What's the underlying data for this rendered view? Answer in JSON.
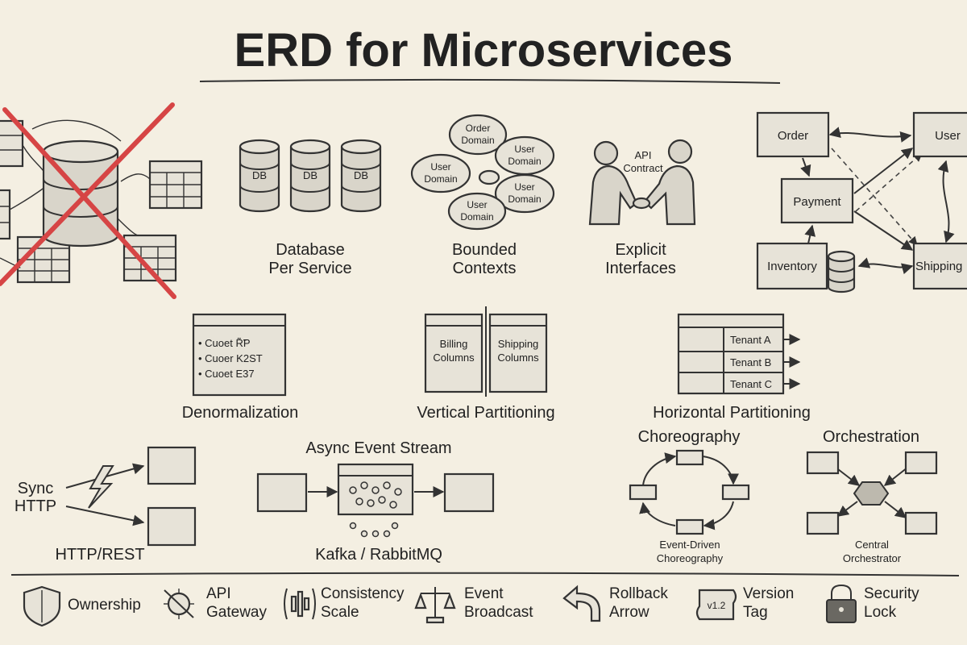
{
  "title": "ERD for Microservices",
  "concepts": {
    "db_per_service": {
      "label_line1": "Database",
      "label_line2": "Per Service",
      "db": "DB"
    },
    "bounded_contexts": {
      "label_line1": "Bounded",
      "label_line2": "Contexts",
      "domains": [
        {
          "line1": "Order",
          "line2": "Domain"
        },
        {
          "line1": "User",
          "line2": "Domain"
        },
        {
          "line1": "User",
          "line2": "Domain"
        },
        {
          "line1": "User",
          "line2": "Domain"
        },
        {
          "line1": "User",
          "line2": "Domain"
        }
      ]
    },
    "explicit_interfaces": {
      "label_line1": "Explicit",
      "label_line2": "Interfaces",
      "contract_line1": "API",
      "contract_line2": "Contract"
    },
    "services_map": {
      "order": "Order",
      "user": "User",
      "payment": "Payment",
      "inventory": "Inventory",
      "shipping": "Shipping"
    }
  },
  "partitioning": {
    "denormalization": {
      "label": "Denormalization",
      "rows": [
        "• Cuoet R̃̃P",
        "• Cuoer K2ST",
        "• Cuoet E37"
      ]
    },
    "vertical": {
      "label": "Vertical Partitioning",
      "left_line1": "Billing",
      "left_line2": "Columns",
      "right_line1": "Shipping",
      "right_line2": "Columns"
    },
    "horizontal": {
      "label": "Horizontal Partitioning",
      "tenants": [
        "Tenant A",
        "Tenant B",
        "Tenant C"
      ]
    }
  },
  "communication": {
    "sync": {
      "line1": "Sync",
      "line2": "HTTP",
      "label": "HTTP/REST"
    },
    "async": {
      "label": "Async Event Stream",
      "sublabel": "Kafka / RabbitMQ"
    },
    "choreography": {
      "label": "Choreography",
      "sub_line1": "Event-Driven",
      "sub_line2": "Choreography"
    },
    "orchestration": {
      "label": "Orchestration",
      "sub_line1": "Central",
      "sub_line2": "Orchestrator"
    }
  },
  "legend": [
    {
      "icon": "shield-icon",
      "line1": "Ownership",
      "line2": ""
    },
    {
      "icon": "gateway-icon",
      "line1": "API",
      "line2": "Gateway"
    },
    {
      "icon": "scale-bars-icon",
      "line1": "Consistency",
      "line2": "Scale"
    },
    {
      "icon": "balance-scale-icon",
      "line1": "Event",
      "line2": "Broadcast"
    },
    {
      "icon": "rollback-arrow-icon",
      "line1": "Rollback",
      "line2": "Arrow"
    },
    {
      "icon": "version-tag-icon",
      "line1": "Version",
      "line2": "Tag",
      "tag": "v1.2"
    },
    {
      "icon": "lock-icon",
      "line1": "Security",
      "line2": "Lock"
    }
  ],
  "colors": {
    "background": "#f4efe2",
    "ink": "#222222",
    "cross": "#d64545",
    "box_fill": "#e7e3d8"
  }
}
